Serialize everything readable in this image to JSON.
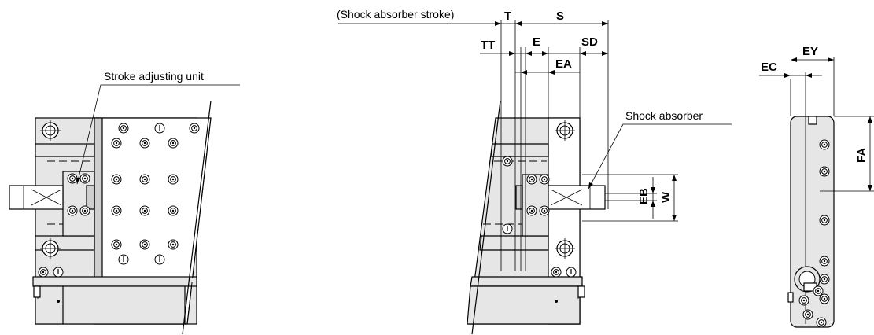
{
  "labels": {
    "stroke_adjusting_unit": "Stroke adjusting unit",
    "shock_absorber_stroke": "(Shock absorber stroke)",
    "shock_absorber": "Shock absorber"
  },
  "dimensions": {
    "T": "T",
    "S": "S",
    "TT": "TT",
    "E": "E",
    "SD": "SD",
    "EA": "EA",
    "EB": "EB",
    "W": "W",
    "EC": "EC",
    "EY": "EY",
    "FA": "FA"
  }
}
